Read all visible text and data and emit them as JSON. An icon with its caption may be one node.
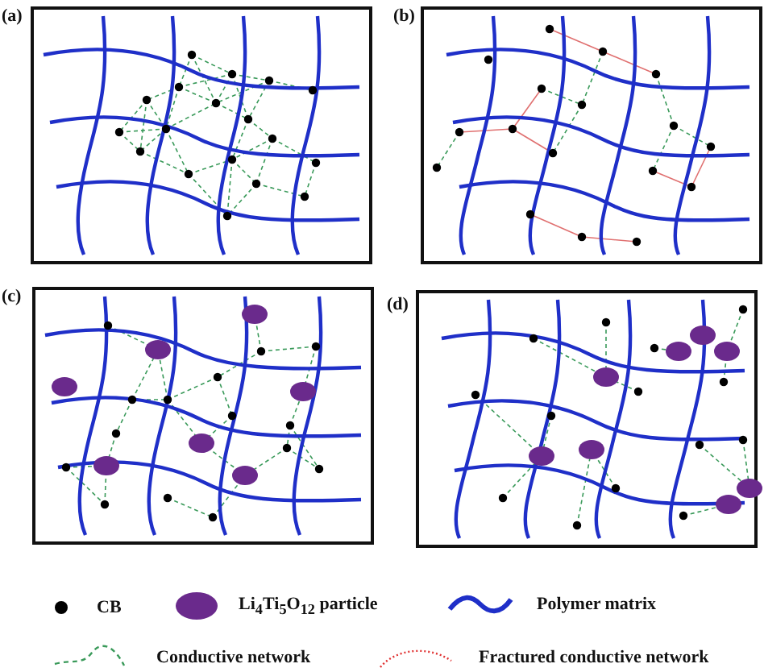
{
  "diagram": {
    "labels": [
      "(a)",
      "(b)",
      "(c)",
      "(d)"
    ],
    "legend": [
      {
        "text": "CB"
      },
      {
        "text": "Li$_{4}$Ti$_{5}$O$_{12}$ particle"
      },
      {
        "text": "Polymer matrix"
      },
      {
        "text": "Conductive network"
      },
      {
        "text": "Fractured conductive network"
      }
    ]
  }
}
